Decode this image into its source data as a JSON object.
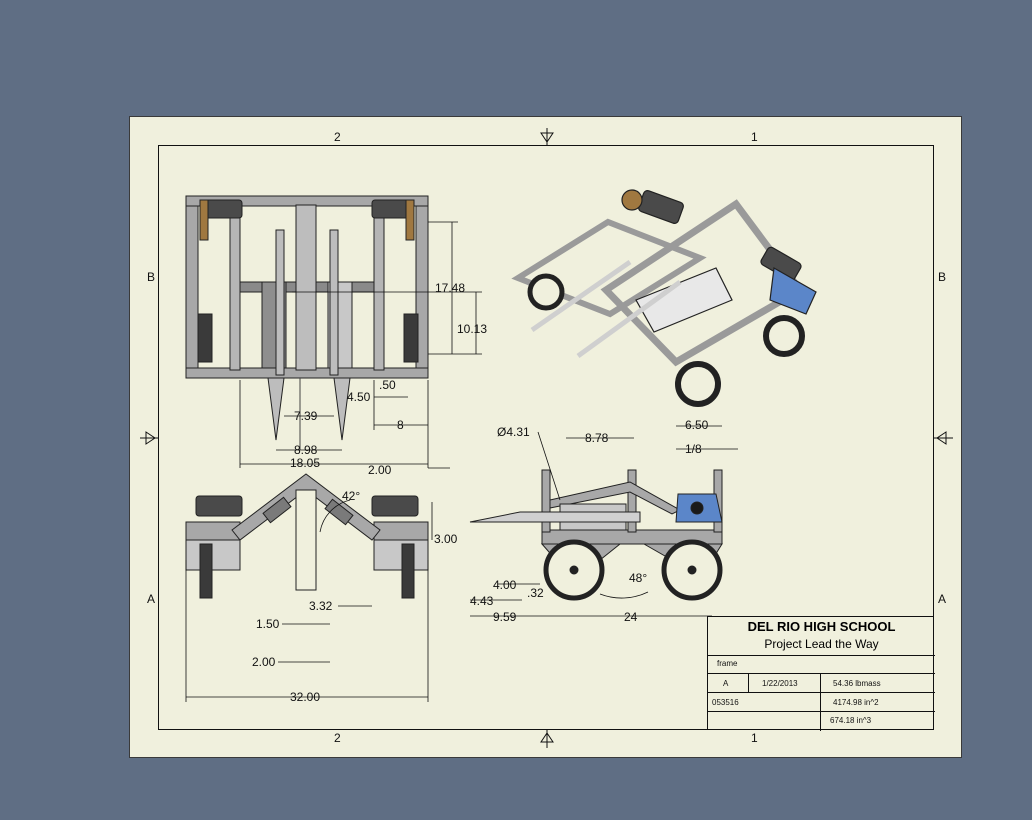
{
  "zones": {
    "top": [
      "2",
      "1"
    ],
    "bottom": [
      "2",
      "1"
    ],
    "left": [
      "B",
      "A"
    ],
    "right": [
      "B",
      "A"
    ]
  },
  "dimensions": {
    "d1": "17.48",
    "d2": "10.13",
    "d3": ".50",
    "d4": "4.50",
    "d5": "7.39",
    "d6": "8",
    "d7": "8.98",
    "d8": "18.05",
    "d9": "2.00",
    "d10": "42°",
    "d11": "3.00",
    "d12": "3.32",
    "d13": "1.50",
    "d14": "2.00",
    "d15": "32.00",
    "d16": "Ø4.31",
    "d17": "8.78",
    "d18": "6.50",
    "d19": "1/8",
    "d20": "4.00",
    "d21": ".32",
    "d22": "4.43",
    "d23": "9.59",
    "d24": "24",
    "d25": "48°"
  },
  "title_block": {
    "school": "DEL RIO HIGH SCHOOL",
    "subtitle": "Project Lead the Way",
    "title": "frame",
    "size": "A",
    "date": "1/22/2013",
    "mass": "54.36 lbmass",
    "dwg_no": "053516",
    "area": "4174.98 in^2",
    "volume": "674.18 in^3"
  },
  "colors": {
    "paper": "#f0f0dd",
    "background": "#5f6e84",
    "frame_gray": "#a8a8a8",
    "plate_blue": "#5b86c9",
    "motor_gray": "#4a4a4a"
  }
}
